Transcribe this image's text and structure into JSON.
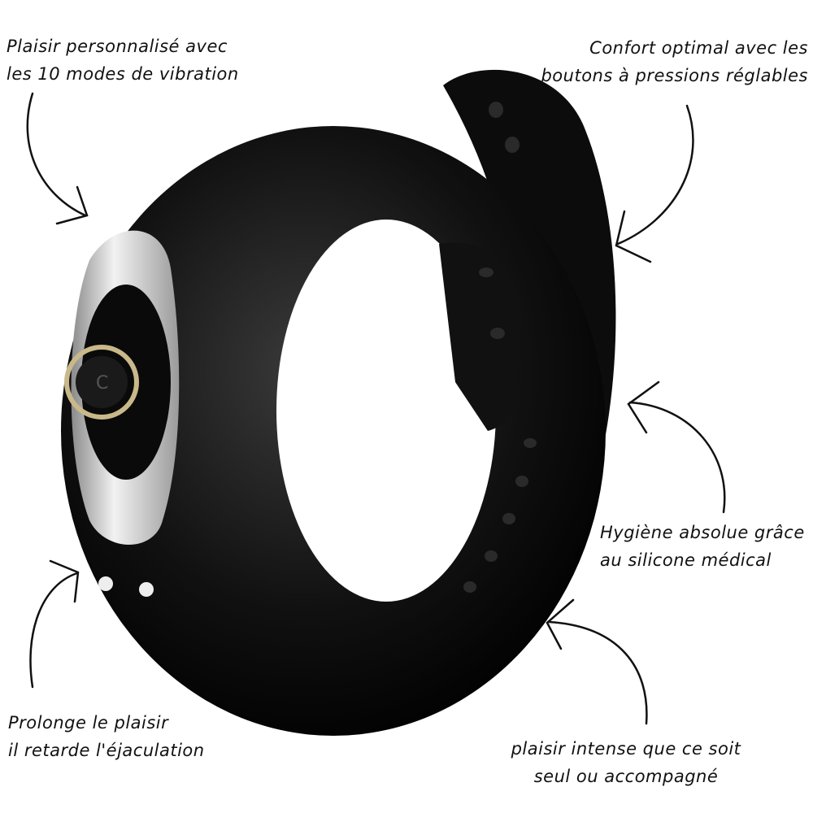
{
  "annotations": {
    "modes": {
      "line1": "Plaisir personnalisé avec",
      "line2": "les 10 modes de vibration"
    },
    "comfort": {
      "line1": "Confort optimal avec les",
      "line2": "boutons à pressions réglables"
    },
    "hygiene": {
      "line1": "Hygiène absolue grâce",
      "line2": "au silicone médical"
    },
    "prolong": {
      "line1": "Prolonge le plaisir",
      "line2": "il retarde l'éjaculation"
    },
    "intense": {
      "line1": "plaisir intense que ce soit",
      "line2": "seul ou accompagné"
    }
  },
  "colors": {
    "product": "#0d0d0d",
    "accent_ring": "#c9b98a",
    "silver": "#c8c8c8"
  }
}
